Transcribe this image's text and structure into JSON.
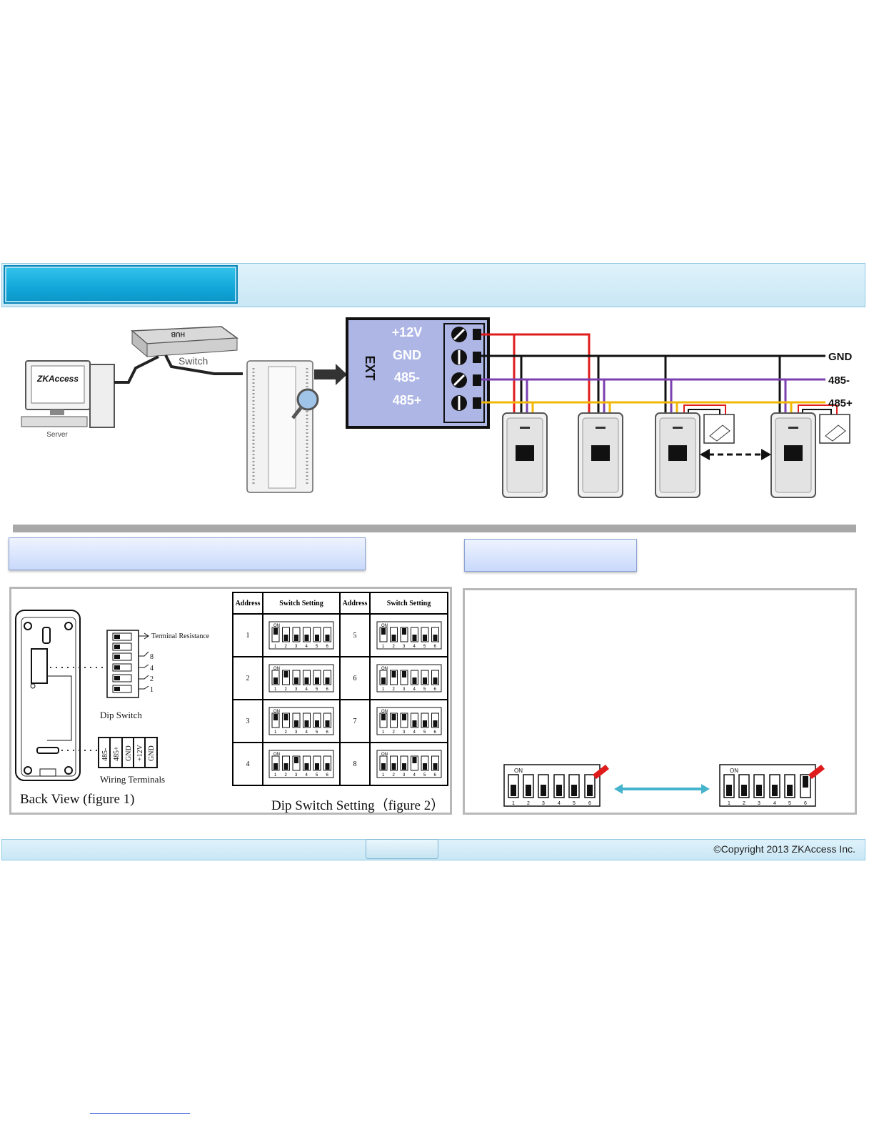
{
  "diagram": {
    "terminal_block": {
      "label": "EXT",
      "pins": [
        "+12V",
        "GND",
        "485-",
        "485+"
      ]
    },
    "bus_labels": [
      "GND",
      "485-",
      "485+"
    ],
    "network": {
      "switch_label": "Switch",
      "hub_label": "HUB",
      "server_label": "Server",
      "server_logo": "ZKAccess"
    },
    "colors": {
      "power": "#e01b1b",
      "ground": "#111111",
      "rs485_minus": "#7b3fb0",
      "rs485_plus": "#f2b705"
    }
  },
  "back_view": {
    "dip_switch_label": "Dip Switch",
    "terminal_resistance_label": "Terminal Resistance",
    "dip_values": [
      "8",
      "4",
      "2",
      "1"
    ],
    "wiring_terminals": [
      "485-",
      "485+",
      "GND",
      "+12V",
      "GND"
    ],
    "wiring_terminals_label": "Wiring  Terminals",
    "caption": "Back  View (figure 1)"
  },
  "dip_table": {
    "headers": [
      "Address",
      "Switch Setting",
      "Address",
      "Switch Setting"
    ],
    "rows": [
      {
        "left_address": "1",
        "right_address": "5"
      },
      {
        "left_address": "2",
        "right_address": "6"
      },
      {
        "left_address": "3",
        "right_address": "7"
      },
      {
        "left_address": "4",
        "right_address": "8"
      }
    ],
    "switch_numbers": [
      "1",
      "2",
      "3",
      "4",
      "5",
      "6"
    ],
    "on_label": "ON",
    "caption": "Dip Switch Setting（figure 2）"
  },
  "terminal_demo": {
    "on_label": "ON",
    "switch_numbers": [
      "1",
      "2",
      "3",
      "4",
      "5",
      "6"
    ]
  },
  "footer": {
    "copyright": "©Copyright 2013 ZKAccess Inc."
  }
}
